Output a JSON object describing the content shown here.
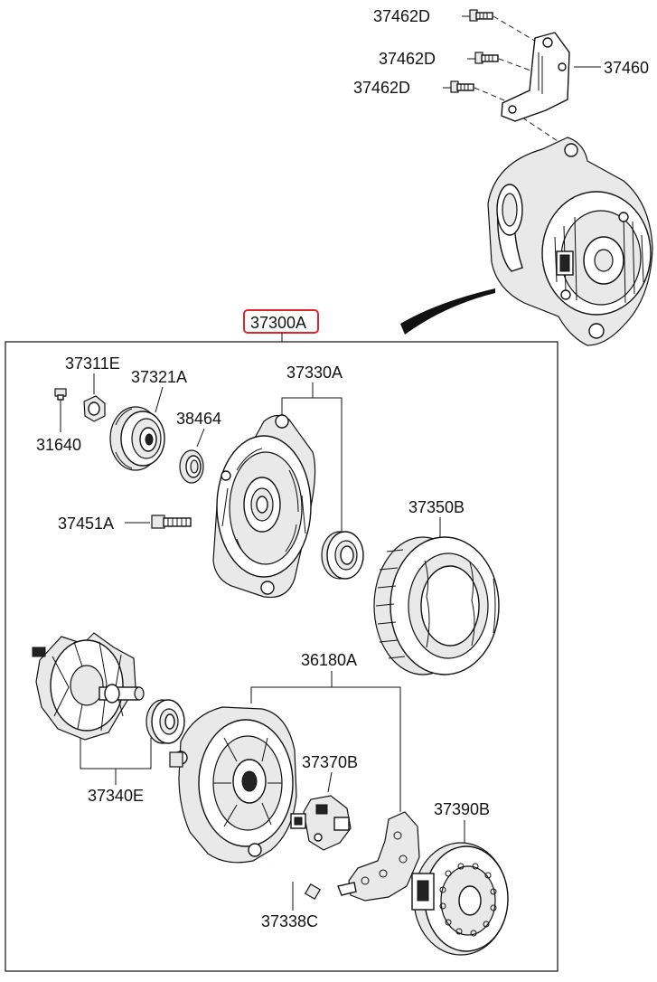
{
  "assembly": {
    "main_label": "37300A",
    "highlight_color": "#e0242b"
  },
  "bracket_parts": {
    "bolt1": "37462D",
    "bolt2": "37462D",
    "bolt3": "37462D",
    "bracket": "37460"
  },
  "box_parts": {
    "nut": "37311E",
    "pulley": "37321A",
    "screw": "31640",
    "spacer": "38464",
    "front_bracket": "37330A",
    "through_bolt": "37451A",
    "stator": "37350B",
    "rotor": "37340E",
    "rear_bracket": "36180A",
    "regulator": "37370B",
    "rear_bolt": "37338C",
    "rear_cover": "37390B"
  },
  "icons": [
    "bolt-icon",
    "bracket-icon",
    "alternator-icon",
    "pulley-icon",
    "bearing-icon",
    "stator-icon",
    "rotor-icon",
    "regulator-icon",
    "rectifier-icon",
    "cover-icon"
  ]
}
